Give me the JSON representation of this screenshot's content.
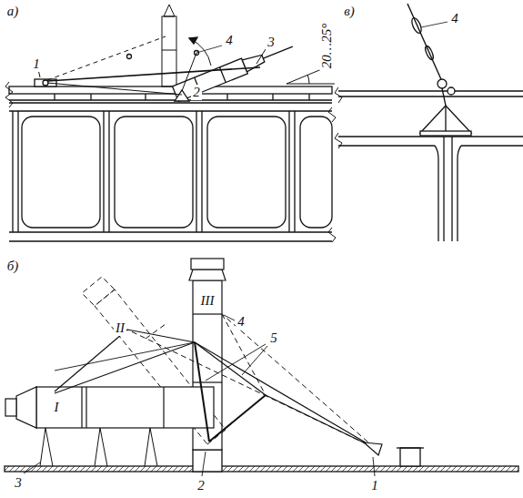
{
  "diagram": {
    "labels": [
      "а)",
      "1",
      "2",
      "3",
      "4",
      "20…25°",
      "в)",
      "4",
      "б)",
      "I",
      "II",
      "III",
      "4",
      "5",
      "2",
      "3",
      "1"
    ]
  }
}
